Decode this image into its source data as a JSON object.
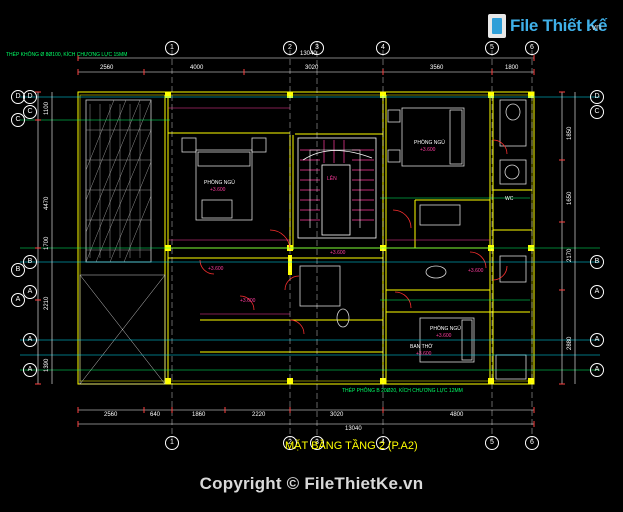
{
  "watermark": {
    "brand": "File Thiết Kế",
    "domain": ".vn",
    "copyright": "Copyright © FileThietKe.vn"
  },
  "plan": {
    "title": "MẶT BẰNG TẦNG 2 (P.A2)",
    "note_top": "THÉP KHÔNG Ø 8Ø100, KÍCH CHƯƠNG LỰC 15MM",
    "note_bottom": "THÉP PHÔNG B 20Ø20, KÍCH CHƯƠNG LỰC 12MM",
    "grid_top": [
      "1",
      "2",
      "3",
      "4",
      "5",
      "6"
    ],
    "grid_bottom": [
      "1",
      "2",
      "3",
      "4",
      "5",
      "6"
    ],
    "grid_left": [
      "D",
      "C",
      "B",
      "A",
      "A",
      "A"
    ],
    "grid_right": [
      "D",
      "C",
      "B",
      "A",
      "A",
      "A"
    ],
    "dims_top_total": "13040",
    "dims_top": [
      "2560",
      "4000",
      "3020",
      "3560",
      "1800"
    ],
    "dims_bottom_total": "13040",
    "dims_bottom": [
      "2560",
      "640",
      "1860",
      "2220",
      "3020",
      "4800"
    ],
    "dims_left": [
      "1100",
      "4470",
      "1700",
      "2210",
      "1390"
    ],
    "dims_right": [
      "1850",
      "1650",
      "2170",
      "2880"
    ],
    "rooms": [
      {
        "name": "PHÒNG NGỦ",
        "level": "+3.600"
      },
      {
        "name": "PHÒNG NGỦ",
        "level": "+3.600"
      },
      {
        "name": "PHÒNG NGỦ",
        "level": "+3.600"
      },
      {
        "name": "BAN THỜ",
        "level": "+3.600"
      }
    ],
    "levels": [
      "+3.600",
      "+3.600",
      "+3.600",
      "+3.600"
    ],
    "labels": {
      "wc": "WC",
      "up": "LÊN"
    }
  }
}
